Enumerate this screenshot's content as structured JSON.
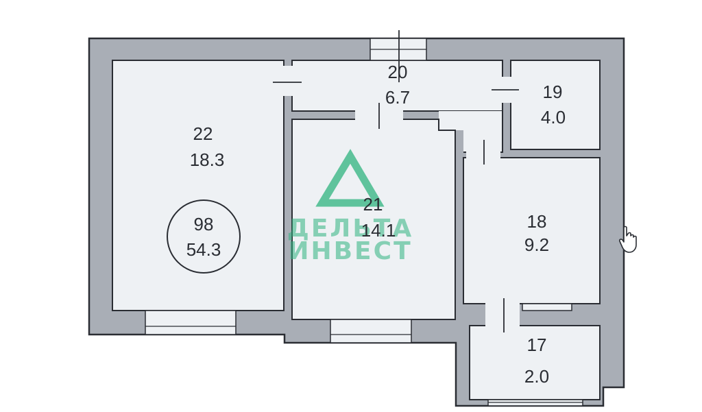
{
  "rooms": [
    {
      "id": "22",
      "number": "22",
      "area": "18.3"
    },
    {
      "id": "20",
      "number": "20",
      "area": "6.7"
    },
    {
      "id": "19",
      "number": "19",
      "area": "4.0"
    },
    {
      "id": "21",
      "number": "21",
      "area": "14.1"
    },
    {
      "id": "18",
      "number": "18",
      "area": "9.2"
    },
    {
      "id": "17",
      "number": "17",
      "area": "2.0"
    }
  ],
  "apartment": {
    "number": "98",
    "area": "54.3"
  },
  "watermark": {
    "line1": "ДЕЛЬТА",
    "line2": "ИНВЕСТ"
  },
  "colors": {
    "wall": "#a9aeb6",
    "room": "#eef1f4",
    "line": "#2a2d33",
    "watermark": "#2fb37f"
  },
  "icons": {
    "cursor": "hand-cursor-icon"
  }
}
